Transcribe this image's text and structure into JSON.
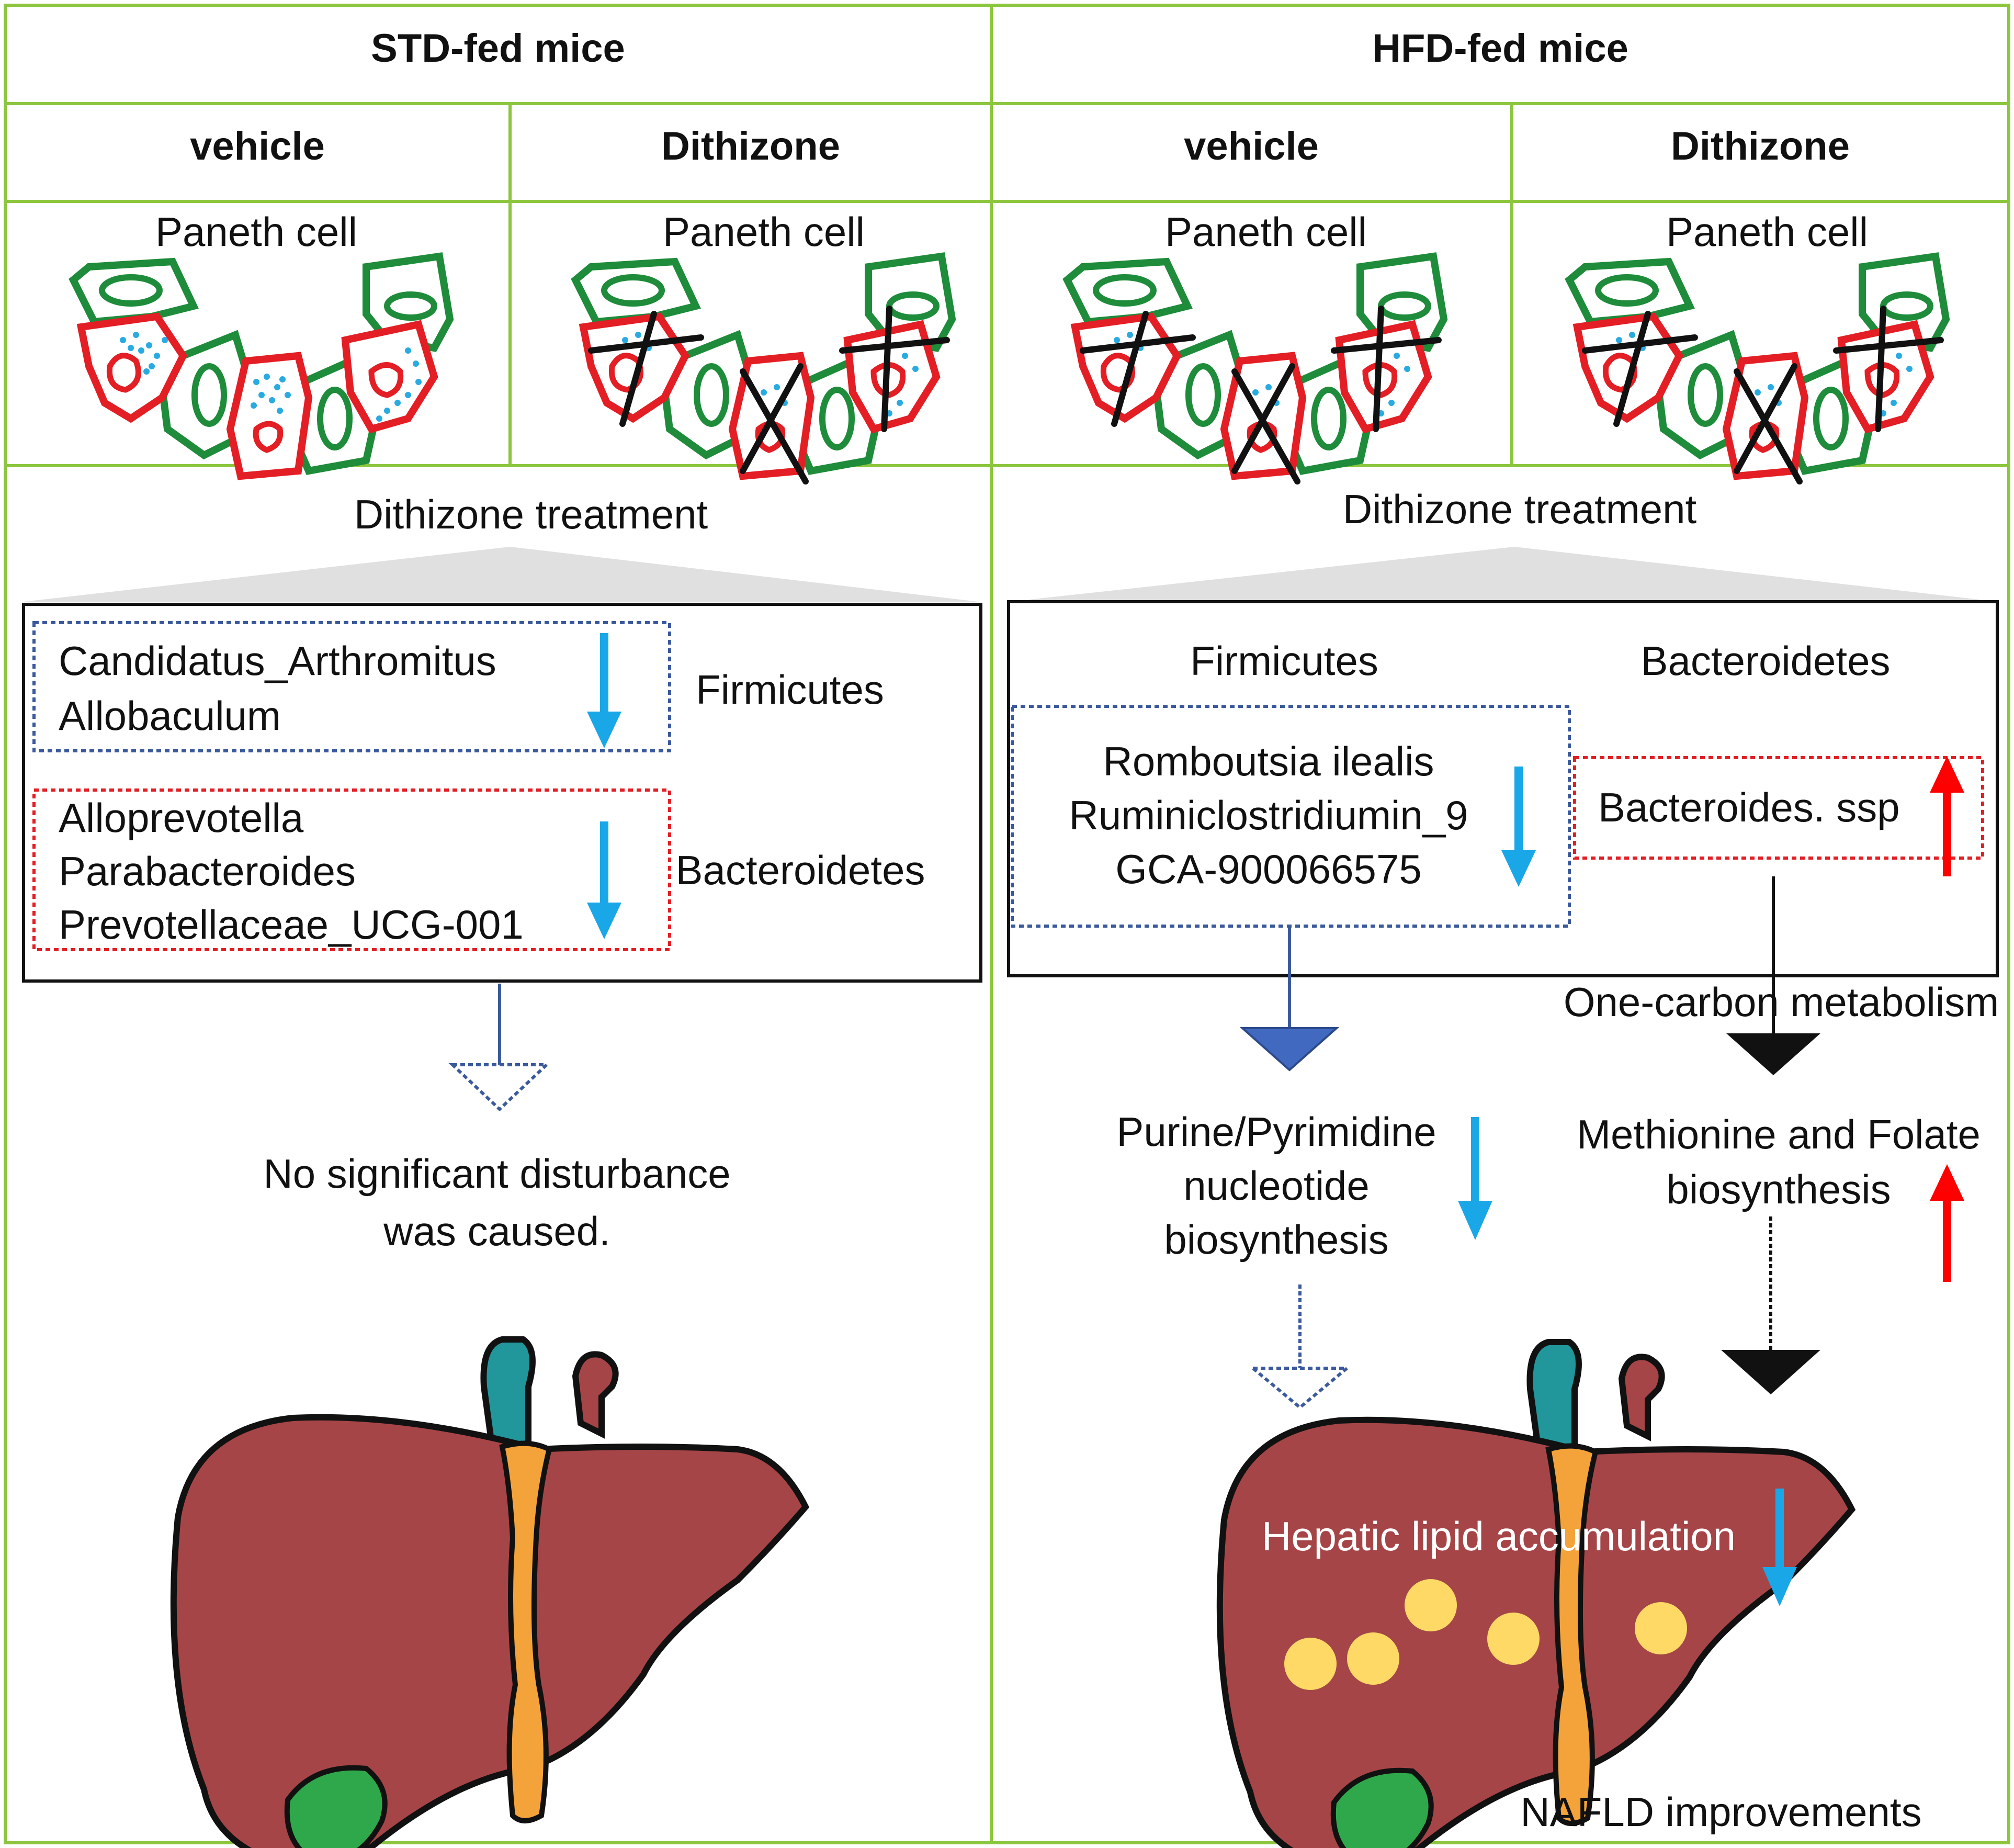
{
  "groups": {
    "std": {
      "title": "STD-fed mice",
      "vehicle": "vehicle",
      "dithizone": "Dithizone",
      "cell_label_vehicle": "Paneth cell",
      "cell_label_dithizone": "Paneth cell",
      "treatment": "Dithizone treatment",
      "firmicutes_taxa": [
        "Candidatus_Arthromitus",
        "Allobaculum"
      ],
      "firmicutes_label": "Firmicutes",
      "bacteroidetes_taxa": [
        "Alloprevotella",
        "Parabacteroides",
        "Prevotellaceae_UCG-001"
      ],
      "bacteroidetes_label": "Bacteroidetes",
      "outcome_line1": "No significant disturbance",
      "outcome_line2": "was caused."
    },
    "hfd": {
      "title": "HFD-fed mice",
      "vehicle": "vehicle",
      "dithizone": "Dithizone",
      "cell_label_vehicle": "Paneth cell",
      "cell_label_dithizone": "Paneth cell",
      "treatment": "Dithizone treatment",
      "firmicutes_label": "Firmicutes",
      "bacteroidetes_label": "Bacteroidetes",
      "firmicutes_taxa": [
        "Romboutsia ilealis",
        "Ruminiclostridiumin_9",
        "GCA-900066575"
      ],
      "bacteroidetes_taxa": [
        "Bacteroides. ssp"
      ],
      "pathway_label": "One-carbon metabolism",
      "nucleotide_lines": [
        "Purine/Pyrimidine",
        "nucleotide",
        "biosynthesis"
      ],
      "methionine_lines": [
        "Methionine and Folate",
        "biosynthesis"
      ],
      "hepatic_label": "Hepatic lipid accumulation",
      "nafld_label": "NAFLD improvements"
    }
  },
  "colors": {
    "grid_border": "#8cc63f",
    "paneth_red": "#e31e24",
    "enterocyte_green": "#1e8c3a",
    "granule_blue": "#29abe2",
    "down_arrow": "#1aa7e8",
    "up_arrow": "#ff0000",
    "firmicutes_box": "#3b5a9d",
    "bacteroidetes_box": "#e31e24",
    "liver": "#a54547",
    "lipid_droplet": "#ffd966",
    "gallbladder": "#2ea84a",
    "vena_cava": "#21969b",
    "ligament": "#f4a23a",
    "firmicutes_arrow": "#4169c0"
  },
  "icons": [
    "paneth-crypt-icon",
    "liver-icon",
    "down-arrow-icon",
    "up-arrow-icon",
    "arrowhead-icon"
  ]
}
